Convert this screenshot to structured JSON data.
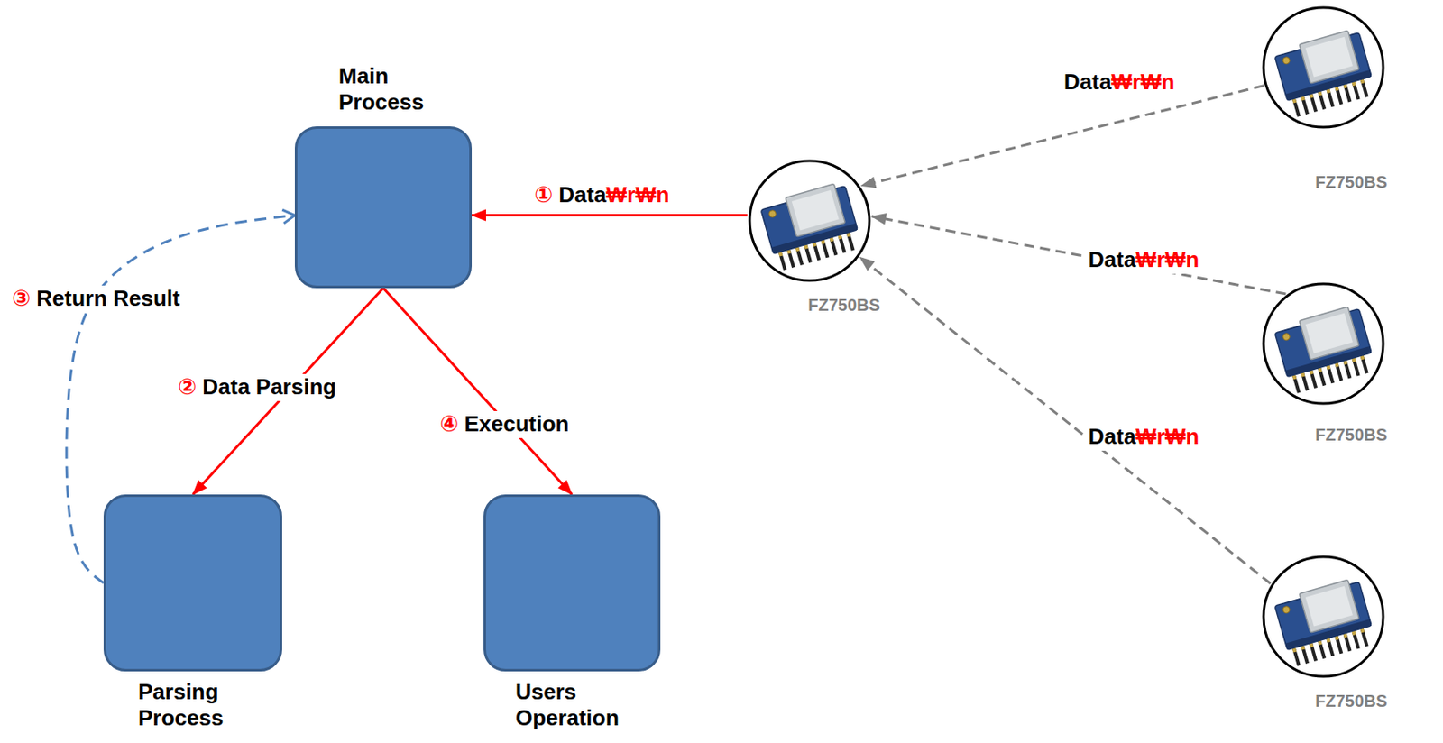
{
  "diagram": {
    "nodes": [
      {
        "text": [
          "Main Process"
        ]
      },
      {
        "text": [
          "Parsing Process"
        ]
      },
      {
        "text": [
          "Users Operation"
        ]
      },
      {
        "text": [
          "FZ750BS"
        ]
      },
      {
        "text": [
          "FZ750BS"
        ]
      },
      {
        "text": [
          "FZ750BS"
        ]
      },
      {
        "text": [
          "FZ750BS"
        ]
      }
    ],
    "edges": [
      {
        "from": 3,
        "to": 0,
        "arrow": "to",
        "label": "① Data₩r₩n"
      },
      {
        "from": 0,
        "to": 1,
        "arrow": "to",
        "label": "② Data Parsing"
      },
      {
        "from": 1,
        "to": 0,
        "arrow": "to",
        "label": "③ Return Result"
      },
      {
        "from": 0,
        "to": 2,
        "arrow": "to",
        "label": "④ Execution"
      },
      {
        "from": 4,
        "to": 3,
        "arrow": "to",
        "label": "Data₩r₩n"
      },
      {
        "from": 5,
        "to": 3,
        "arrow": "to",
        "label": "Data₩r₩n"
      },
      {
        "from": 6,
        "to": 3,
        "arrow": "to",
        "label": "Data₩r₩n"
      }
    ]
  }
}
